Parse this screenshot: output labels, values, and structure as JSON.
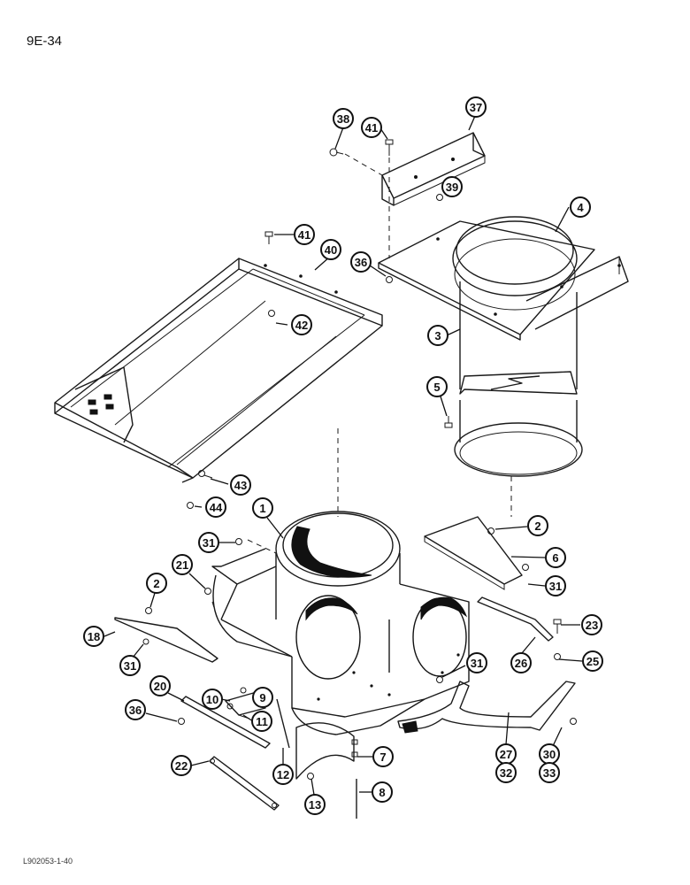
{
  "page": {
    "code": "9E-34",
    "footer": "L902053-1-40"
  },
  "callouts": [
    {
      "id": "c38",
      "label": "38"
    },
    {
      "id": "c41a",
      "label": "41"
    },
    {
      "id": "c37",
      "label": "37"
    },
    {
      "id": "c39",
      "label": "39"
    },
    {
      "id": "c4",
      "label": "4"
    },
    {
      "id": "c41b",
      "label": "41"
    },
    {
      "id": "c40",
      "label": "40"
    },
    {
      "id": "c36a",
      "label": "36"
    },
    {
      "id": "c42",
      "label": "42"
    },
    {
      "id": "c3",
      "label": "3"
    },
    {
      "id": "c5",
      "label": "5"
    },
    {
      "id": "c43",
      "label": "43"
    },
    {
      "id": "c44",
      "label": "44"
    },
    {
      "id": "c1",
      "label": "1"
    },
    {
      "id": "c2a",
      "label": "2"
    },
    {
      "id": "c31a",
      "label": "31"
    },
    {
      "id": "c6",
      "label": "6"
    },
    {
      "id": "c31b",
      "label": "31"
    },
    {
      "id": "c2b",
      "label": "2"
    },
    {
      "id": "c21",
      "label": "21"
    },
    {
      "id": "c18",
      "label": "18"
    },
    {
      "id": "c23",
      "label": "23"
    },
    {
      "id": "c31c",
      "label": "31"
    },
    {
      "id": "c26",
      "label": "26"
    },
    {
      "id": "c25",
      "label": "25"
    },
    {
      "id": "c31d",
      "label": "31"
    },
    {
      "id": "c20",
      "label": "20"
    },
    {
      "id": "c10",
      "label": "10"
    },
    {
      "id": "c9",
      "label": "9"
    },
    {
      "id": "c36b",
      "label": "36"
    },
    {
      "id": "c11",
      "label": "11"
    },
    {
      "id": "c27",
      "label": "27"
    },
    {
      "id": "c32",
      "label": "32"
    },
    {
      "id": "c30",
      "label": "30"
    },
    {
      "id": "c33",
      "label": "33"
    },
    {
      "id": "c22",
      "label": "22"
    },
    {
      "id": "c12",
      "label": "12"
    },
    {
      "id": "c7",
      "label": "7"
    },
    {
      "id": "c13",
      "label": "13"
    },
    {
      "id": "c8",
      "label": "8"
    }
  ]
}
